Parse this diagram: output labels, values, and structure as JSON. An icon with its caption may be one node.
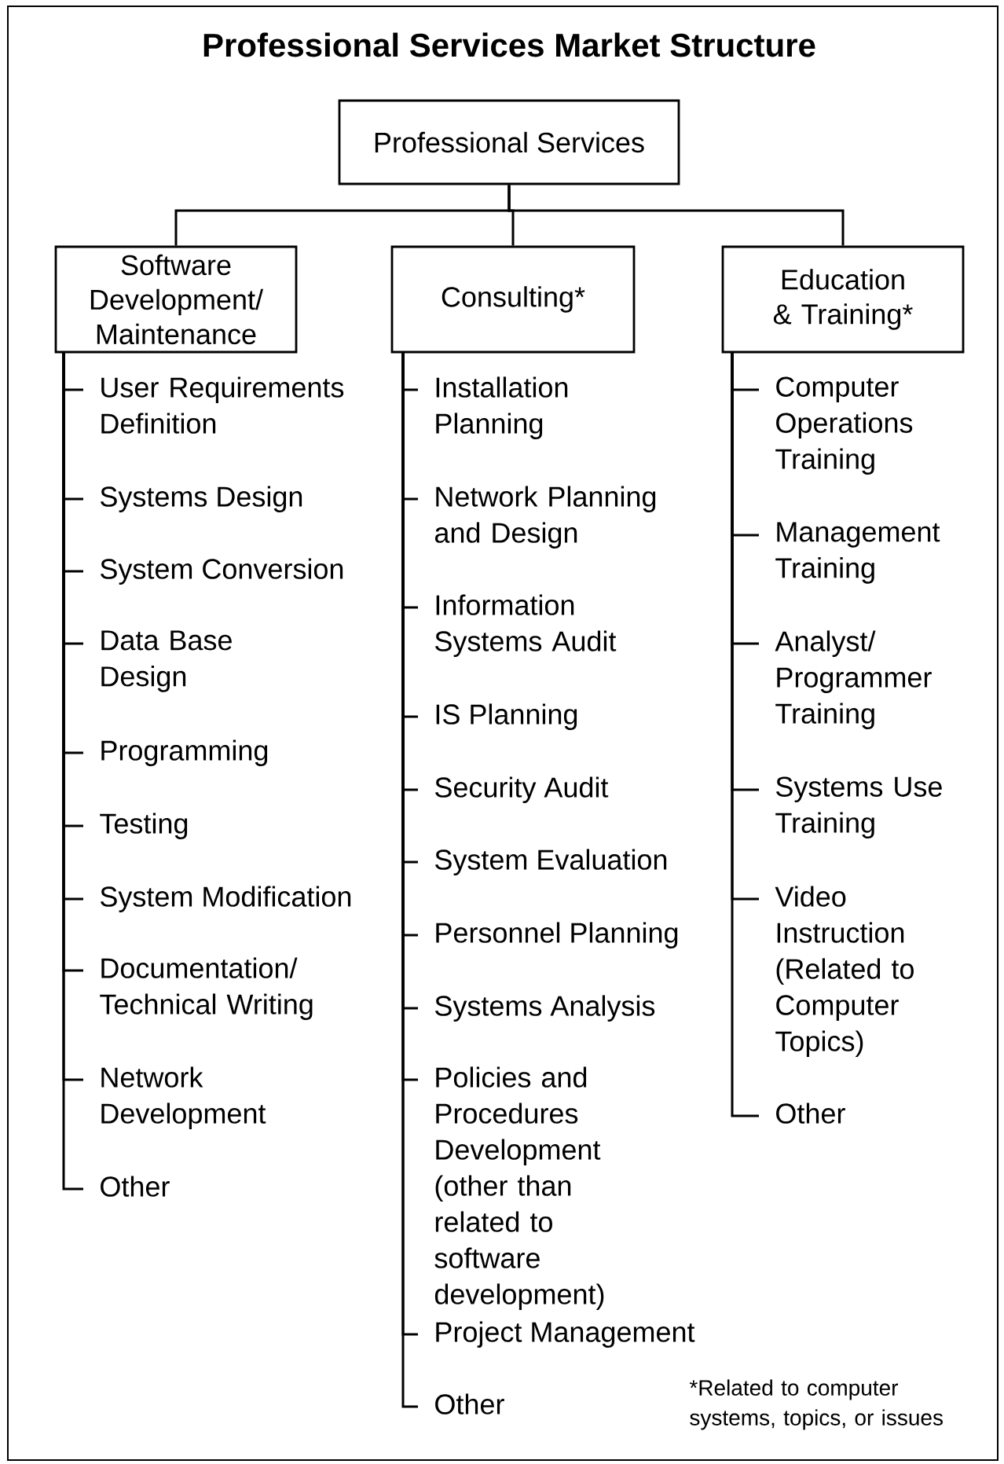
{
  "diagram": {
    "title": "Professional Services Market Structure",
    "nodes": [
      {
        "text": [
          "Professional Services"
        ]
      },
      {
        "text": [
          "Software Development/ Maintenance"
        ]
      },
      {
        "text": [
          "Consulting*"
        ]
      },
      {
        "text": [
          "Education & Training*"
        ]
      },
      {
        "text": [
          "User Requirements Definition"
        ]
      },
      {
        "text": [
          "Systems Design"
        ]
      },
      {
        "text": [
          "System Conversion"
        ]
      },
      {
        "text": [
          "Data Base Design"
        ]
      },
      {
        "text": [
          "Programming"
        ]
      },
      {
        "text": [
          "Testing"
        ]
      },
      {
        "text": [
          "System Modification"
        ]
      },
      {
        "text": [
          "Documentation/ Technical Writing"
        ]
      },
      {
        "text": [
          "Network Development"
        ]
      },
      {
        "text": [
          "Other"
        ]
      },
      {
        "text": [
          "Installation Planning"
        ]
      },
      {
        "text": [
          "Network Planning and Design"
        ]
      },
      {
        "text": [
          "Information Systems Audit"
        ]
      },
      {
        "text": [
          "IS Planning"
        ]
      },
      {
        "text": [
          "Security Audit"
        ]
      },
      {
        "text": [
          "System Evaluation"
        ]
      },
      {
        "text": [
          "Personnel Planning"
        ]
      },
      {
        "text": [
          "Systems Analysis"
        ]
      },
      {
        "text": [
          "Policies and Procedures Development (other than related to software development)"
        ]
      },
      {
        "text": [
          "Project Management"
        ]
      },
      {
        "text": [
          "Other"
        ]
      },
      {
        "text": [
          "Computer Operations Training"
        ]
      },
      {
        "text": [
          "Management Training"
        ]
      },
      {
        "text": [
          "Analyst/ Programmer Training"
        ]
      },
      {
        "text": [
          "Systems Use Training"
        ]
      },
      {
        "text": [
          "Video Instruction (Related to Computer Topics)"
        ]
      },
      {
        "text": [
          "Other"
        ]
      }
    ],
    "edges": [
      {
        "from": 0,
        "to": 1,
        "arrow": "none"
      },
      {
        "from": 0,
        "to": 2,
        "arrow": "none"
      },
      {
        "from": 0,
        "to": 3,
        "arrow": "none"
      },
      {
        "from": 1,
        "to": 4,
        "arrow": "none"
      },
      {
        "from": 1,
        "to": 5,
        "arrow": "none"
      },
      {
        "from": 1,
        "to": 6,
        "arrow": "none"
      },
      {
        "from": 1,
        "to": 7,
        "arrow": "none"
      },
      {
        "from": 1,
        "to": 8,
        "arrow": "none"
      },
      {
        "from": 1,
        "to": 9,
        "arrow": "none"
      },
      {
        "from": 1,
        "to": 10,
        "arrow": "none"
      },
      {
        "from": 1,
        "to": 11,
        "arrow": "none"
      },
      {
        "from": 1,
        "to": 12,
        "arrow": "none"
      },
      {
        "from": 1,
        "to": 13,
        "arrow": "none"
      },
      {
        "from": 2,
        "to": 14,
        "arrow": "none"
      },
      {
        "from": 2,
        "to": 15,
        "arrow": "none"
      },
      {
        "from": 2,
        "to": 16,
        "arrow": "none"
      },
      {
        "from": 2,
        "to": 17,
        "arrow": "none"
      },
      {
        "from": 2,
        "to": 18,
        "arrow": "none"
      },
      {
        "from": 2,
        "to": 19,
        "arrow": "none"
      },
      {
        "from": 2,
        "to": 20,
        "arrow": "none"
      },
      {
        "from": 2,
        "to": 21,
        "arrow": "none"
      },
      {
        "from": 2,
        "to": 22,
        "arrow": "none"
      },
      {
        "from": 2,
        "to": 23,
        "arrow": "none"
      },
      {
        "from": 2,
        "to": 24,
        "arrow": "none"
      },
      {
        "from": 3,
        "to": 25,
        "arrow": "none"
      },
      {
        "from": 3,
        "to": 26,
        "arrow": "none"
      },
      {
        "from": 3,
        "to": 27,
        "arrow": "none"
      },
      {
        "from": 3,
        "to": 28,
        "arrow": "none"
      },
      {
        "from": 3,
        "to": 29,
        "arrow": "none"
      },
      {
        "from": 3,
        "to": 30,
        "arrow": "none"
      }
    ],
    "labels": [
      "*Related to computer systems, topics, or issues"
    ]
  }
}
